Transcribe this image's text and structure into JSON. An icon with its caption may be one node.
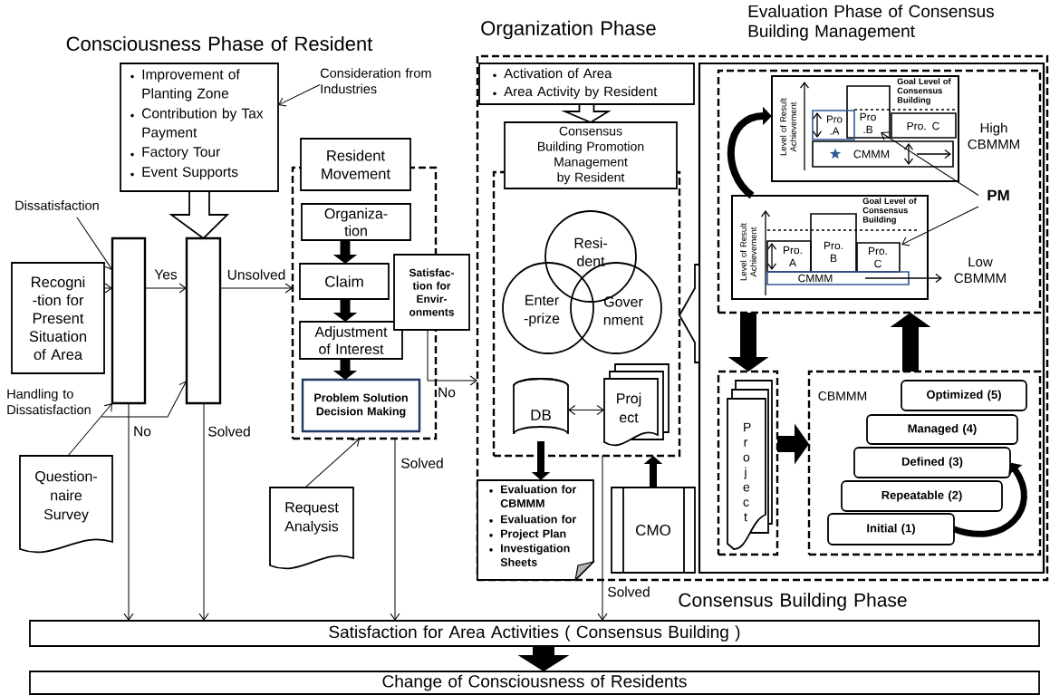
{
  "diagram": {
    "nodes": [
      {
        "text": [
          "Improvement of Planting Zone",
          "Contribution by Tax Payment",
          "Factory Tour",
          "Event Supports"
        ]
      },
      {
        "text": [
          "Consideration from Industries"
        ]
      },
      {
        "text": [
          "Dissatisfaction"
        ]
      },
      {
        "text": [
          "Recogni -tion for Present Situation of Area"
        ]
      },
      {
        "text": [],
        "shape": "bar"
      },
      {
        "text": [],
        "shape": "bar"
      },
      {
        "text": [
          "Handling to Dissatisfaction"
        ]
      },
      {
        "text": [
          "Question- naire Survey"
        ]
      },
      {
        "text": [
          "Resident Movement"
        ]
      },
      {
        "text": [],
        "shape": "box"
      },
      {
        "text": [
          "Organiza- tion"
        ],
        "in": 9
      },
      {
        "text": [
          "Claim"
        ],
        "in": 9
      },
      {
        "text": [
          "Adjustment of Interest"
        ],
        "in": 9
      },
      {
        "text": [
          "Problem Solution Decision Making"
        ],
        "in": 9
      },
      {
        "text": [
          "Satisfac- tion for Envir- onments"
        ]
      },
      {
        "text": [
          "Request Analysis"
        ]
      },
      {
        "text": [
          "Consensus Building Phase"
        ]
      },
      {
        "text": [
          "Activation of Area",
          "Area Activity by Resident"
        ],
        "in": 16
      },
      {
        "text": [
          "Consensus Building Promotion Management by Resident"
        ],
        "in": 16
      },
      {
        "text": [],
        "shape": "box",
        "in": 16
      },
      {
        "text": [
          "Resi- dent"
        ],
        "in": 19
      },
      {
        "text": [
          "Enter -prize"
        ],
        "in": 19
      },
      {
        "text": [
          "Gover nment"
        ],
        "in": 19
      },
      {
        "text": [
          "DB"
        ],
        "in": 19
      },
      {
        "text": [
          "Proj ect"
        ],
        "in": 19
      },
      {
        "text": [
          "Evaluation for CBMMM",
          "Evaluation for",
          "Project Plan",
          "Investigation Sheets"
        ],
        "in": 16
      },
      {
        "text": [
          "CMO"
        ],
        "in": 16
      },
      {
        "text": [],
        "shape": "box",
        "in": 16
      },
      {
        "text": [],
        "shape": "box",
        "in": 27
      },
      {
        "text": [
          "Goal Level of Consensus Building",
          "Level of Result Achievement",
          "Pro .A",
          "Pro .B",
          "Pro. C",
          "CMMM"
        ],
        "beside": [
          "High CBMMM"
        ],
        "in": 28
      },
      {
        "text": [
          "PM"
        ],
        "in": 28
      },
      {
        "text": [
          "Goal Level of Consensus Building",
          "Level of Result Achievement",
          "Pro. A",
          "Pro. B",
          "Pro. C",
          "CMMM"
        ],
        "beside": [
          "Low CBMMM"
        ],
        "in": 28
      },
      {
        "text": [],
        "shape": "box",
        "in": 27
      },
      {
        "text": [
          "P r o j e c t"
        ],
        "in": 32
      },
      {
        "text": [
          "CBMMM"
        ],
        "in": 27
      },
      {
        "text": [
          "Optimized (5)"
        ],
        "in": 34
      },
      {
        "text": [
          "Managed (4)"
        ],
        "in": 34
      },
      {
        "text": [
          "Defined (3)"
        ],
        "in": 34
      },
      {
        "text": [
          "Repeatable (2)"
        ],
        "in": 34
      },
      {
        "text": [
          "Initial (1)"
        ],
        "in": 34
      },
      {
        "text": [
          "Satisfaction for Area Activities ( Consensus Building )"
        ]
      },
      {
        "text": [
          "Change of Consciousness of Residents"
        ]
      }
    ],
    "edges": [
      {
        "from": 1,
        "to": 0,
        "arrow": "to"
      },
      {
        "from": 2,
        "to": 4,
        "arrow": "to"
      },
      {
        "from": 3,
        "to": 4,
        "arrow": "to"
      },
      {
        "from": 4,
        "to": 5,
        "arrow": "to",
        "label": "Yes"
      },
      {
        "from": 0,
        "to": 5,
        "arrow": "to",
        "style": "thick",
        "color": "#ffffff"
      },
      {
        "from": 5,
        "to": 9,
        "arrow": "to",
        "label": "Unsolved"
      },
      {
        "from": 6,
        "to": 5,
        "arrow": "to"
      },
      {
        "from": 7,
        "to": 4,
        "arrow": "to"
      },
      {
        "from": 10,
        "to": 11,
        "arrow": "to",
        "style": "thick"
      },
      {
        "from": 11,
        "to": 12,
        "arrow": "to",
        "style": "thick"
      },
      {
        "from": 12,
        "to": 13,
        "arrow": "to",
        "style": "thick"
      },
      {
        "from": 15,
        "to": 9,
        "arrow": "to"
      },
      {
        "from": 14,
        "to": 16,
        "arrow": "to",
        "label": "No"
      },
      {
        "from": 4,
        "to": 40,
        "arrow": "to",
        "label": "No"
      },
      {
        "from": 5,
        "to": 40,
        "arrow": "to",
        "label": "Solved"
      },
      {
        "from": 9,
        "to": 40,
        "arrow": "to",
        "label": "Solved"
      },
      {
        "from": 17,
        "to": 18,
        "arrow": "to",
        "style": "thick",
        "color": "#ffffff"
      },
      {
        "from": 23,
        "to": 24,
        "arrow": "both"
      },
      {
        "from": 23,
        "to": 25,
        "arrow": "to",
        "style": "thick"
      },
      {
        "from": 26,
        "to": 19,
        "arrow": "to",
        "style": "thick"
      },
      {
        "from": 19,
        "to": 40,
        "arrow": "to",
        "label": "Solved"
      },
      {
        "from": 27,
        "to": 19,
        "arrow": "to",
        "style": "thick",
        "color": "#ffffff"
      },
      {
        "from": 31,
        "to": 29,
        "arrow": "to",
        "style": "thick"
      },
      {
        "from": 30,
        "to": 29,
        "arrow": "to"
      },
      {
        "from": 30,
        "to": 31,
        "arrow": "to"
      },
      {
        "from": 28,
        "to": 32,
        "arrow": "to",
        "style": "thick"
      },
      {
        "from": 32,
        "to": 34,
        "arrow": "to",
        "style": "thick"
      },
      {
        "from": 34,
        "to": 28,
        "arrow": "to",
        "style": "thick"
      },
      {
        "from": 39,
        "to": 37,
        "arrow": "to",
        "style": "thick"
      },
      {
        "from": 40,
        "to": 41,
        "arrow": "to",
        "style": "thick"
      }
    ],
    "labels": [
      "Consciousness Phase of Resident",
      "Organization Phase",
      "Evaluation Phase of Consensus Building Management"
    ]
  }
}
